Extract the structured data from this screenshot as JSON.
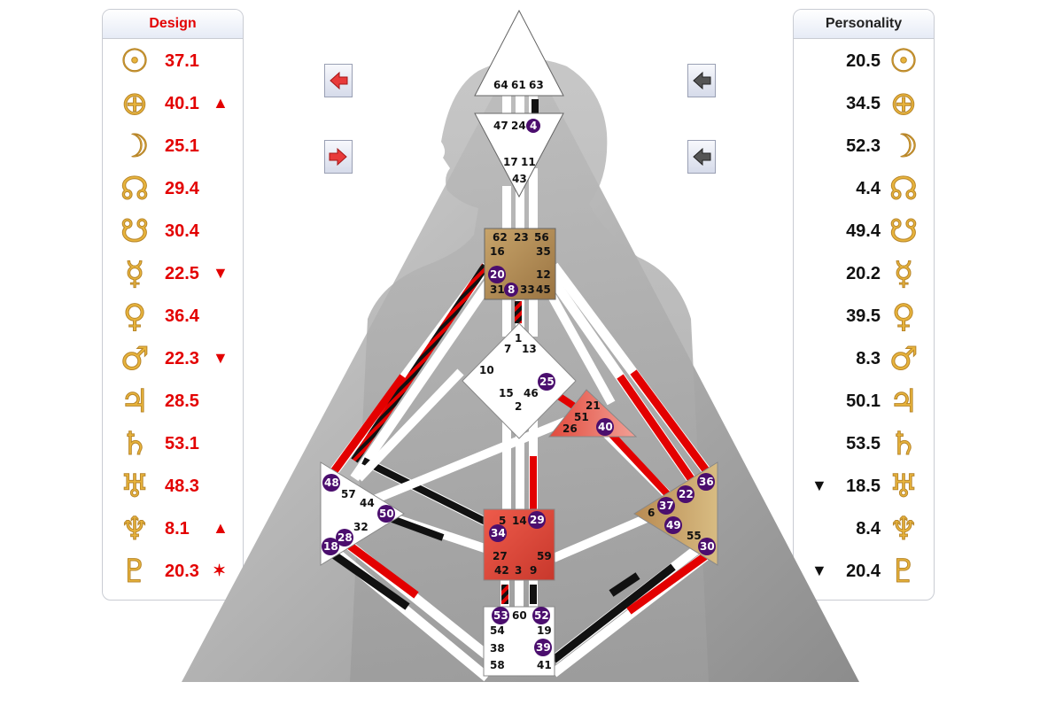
{
  "design": {
    "title": "Design",
    "rows": [
      {
        "icon": "sun-icon",
        "glyph": "☉",
        "value": "37.1",
        "mark": ""
      },
      {
        "icon": "earth-icon",
        "glyph": "⊕",
        "value": "40.1",
        "mark": "▲"
      },
      {
        "icon": "moon-icon",
        "glyph": "☽",
        "value": "25.1",
        "mark": ""
      },
      {
        "icon": "north-node-icon",
        "glyph": "☊",
        "value": "29.4",
        "mark": ""
      },
      {
        "icon": "south-node-icon",
        "glyph": "☋",
        "value": "30.4",
        "mark": ""
      },
      {
        "icon": "mercury-icon",
        "glyph": "☿",
        "value": "22.5",
        "mark": "▼"
      },
      {
        "icon": "venus-icon",
        "glyph": "♀",
        "value": "36.4",
        "mark": ""
      },
      {
        "icon": "mars-icon",
        "glyph": "♂",
        "value": "22.3",
        "mark": "▼"
      },
      {
        "icon": "jupiter-icon",
        "glyph": "♃",
        "value": "28.5",
        "mark": ""
      },
      {
        "icon": "saturn-icon",
        "glyph": "♄",
        "value": "53.1",
        "mark": ""
      },
      {
        "icon": "uranus-icon",
        "glyph": "♅",
        "value": "48.3",
        "mark": ""
      },
      {
        "icon": "neptune-icon",
        "glyph": "♆",
        "value": "8.1",
        "mark": "▲"
      },
      {
        "icon": "pluto-icon",
        "glyph": "♇",
        "value": "20.3",
        "mark": "✶"
      }
    ]
  },
  "personality": {
    "title": "Personality",
    "rows": [
      {
        "icon": "sun-icon",
        "glyph": "☉",
        "value": "20.5",
        "mark": ""
      },
      {
        "icon": "earth-icon",
        "glyph": "⊕",
        "value": "34.5",
        "mark": ""
      },
      {
        "icon": "moon-icon",
        "glyph": "☽",
        "value": "52.3",
        "mark": ""
      },
      {
        "icon": "north-node-icon",
        "glyph": "☊",
        "value": "4.4",
        "mark": ""
      },
      {
        "icon": "south-node-icon",
        "glyph": "☋",
        "value": "49.4",
        "mark": ""
      },
      {
        "icon": "mercury-icon",
        "glyph": "☿",
        "value": "20.2",
        "mark": ""
      },
      {
        "icon": "venus-icon",
        "glyph": "♀",
        "value": "39.5",
        "mark": ""
      },
      {
        "icon": "mars-icon",
        "glyph": "♂",
        "value": "8.3",
        "mark": ""
      },
      {
        "icon": "jupiter-icon",
        "glyph": "♃",
        "value": "50.1",
        "mark": ""
      },
      {
        "icon": "saturn-icon",
        "glyph": "♄",
        "value": "53.5",
        "mark": ""
      },
      {
        "icon": "uranus-icon",
        "glyph": "♅",
        "value": "18.5",
        "mark": "▼"
      },
      {
        "icon": "neptune-icon",
        "glyph": "♆",
        "value": "8.4",
        "mark": ""
      },
      {
        "icon": "pluto-icon",
        "glyph": "♇",
        "value": "20.4",
        "mark": "▼"
      }
    ]
  },
  "colors": {
    "design": "#e30000",
    "personality": "#000000",
    "activated_gate": "#4b0e6e",
    "defined_center_brown": "#b08a52",
    "defined_center_red": "#e0463a"
  },
  "gates": {
    "head": [
      "64",
      "61",
      "63"
    ],
    "ajna": [
      "47",
      "24",
      "4",
      "17",
      "11",
      "43"
    ],
    "throat": [
      "62",
      "23",
      "56",
      "16",
      "35",
      "20",
      "12",
      "31",
      "8",
      "33",
      "45"
    ],
    "g": [
      "1",
      "7",
      "13",
      "10",
      "25",
      "15",
      "46",
      "2"
    ],
    "heart": [
      "21",
      "51",
      "26",
      "40"
    ],
    "spleen": [
      "48",
      "57",
      "44",
      "50",
      "32",
      "28",
      "18"
    ],
    "sacral": [
      "5",
      "14",
      "29",
      "34",
      "27",
      "59",
      "42",
      "3",
      "9"
    ],
    "solar_plexus": [
      "36",
      "22",
      "37",
      "6",
      "49",
      "55",
      "30"
    ],
    "root": [
      "53",
      "60",
      "52",
      "54",
      "19",
      "38",
      "39",
      "58",
      "41"
    ]
  },
  "activated_gates": [
    "4",
    "20",
    "8",
    "25",
    "40",
    "48",
    "50",
    "28",
    "18",
    "29",
    "34",
    "36",
    "22",
    "37",
    "49",
    "30",
    "53",
    "52",
    "39"
  ],
  "nav": {
    "design_prev": "design-prev-arrow",
    "design_next": "design-next-arrow",
    "personality_prev": "personality-prev-arrow",
    "personality_next": "personality-next-arrow"
  }
}
